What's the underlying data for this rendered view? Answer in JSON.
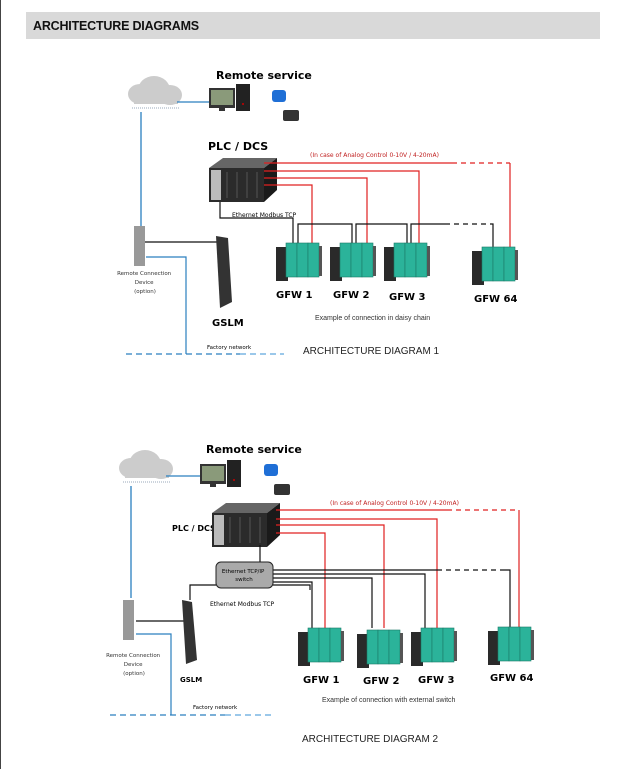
{
  "header": {
    "title": "ARCHITECTURE DIAGRAMS"
  },
  "colors": {
    "analog": "#e02020",
    "ethernet": "#111111",
    "factory": "#2a7fbf",
    "module": "#2bb39a"
  },
  "diagram1": {
    "remote_service": "Remote service",
    "plc": "PLC / DCS",
    "analog_note": "(In case of Analog Control 0-10V / 4-20mA)",
    "ethernet": "Ethernet Modbus TCP",
    "remote_device": [
      "Remote Connection",
      "Device",
      "(option)"
    ],
    "gslm": "GSLM",
    "factory": "Factory network",
    "units": [
      "GFW 1",
      "GFW 2",
      "GFW 3",
      "GFW 64"
    ],
    "caption": "Example of connection in daisy chain",
    "title": "ARCHITECTURE DIAGRAM 1"
  },
  "diagram2": {
    "remote_service": "Remote service",
    "plc": "PLC / DCS",
    "analog_note": "(In case of Analog Control 0-10V / 4-20mA)",
    "switch": [
      "Ethernet TCP/IP",
      "switch"
    ],
    "ethernet": "Ethernet Modbus TCP",
    "remote_device": [
      "Remote Connection",
      "Device",
      "(option)"
    ],
    "gslm": "GSLM",
    "factory": "Factory network",
    "units": [
      "GFW 1",
      "GFW 2",
      "GFW 3",
      "GFW 64"
    ],
    "caption": "Example of connection with external switch",
    "title": "ARCHITECTURE DIAGRAM 2"
  }
}
